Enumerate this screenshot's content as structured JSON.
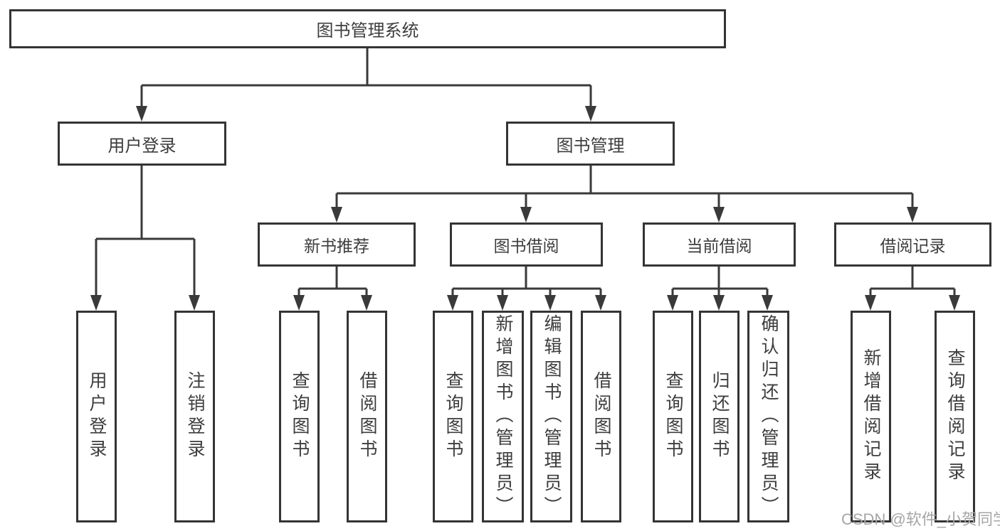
{
  "nodes": {
    "root": "图书管理系统",
    "user_login": "用户登录",
    "book_management": "图书管理",
    "new_book_recommend": "新书推荐",
    "book_borrow": "图书借阅",
    "current_borrow": "当前借阅",
    "borrow_records": "借阅记录",
    "leaves": {
      "user_login": [
        "用户登录",
        "注销登录"
      ],
      "new_book_recommend": [
        "查询图书",
        "借阅图书"
      ],
      "book_borrow": [
        "查询图书",
        "新增图书（管理员）",
        "编辑图书（管理员）",
        "借阅图书"
      ],
      "current_borrow": [
        "查询图书",
        "归还图书",
        "确认归还（管理员）"
      ],
      "borrow_records": [
        "新增借阅记录",
        "查询借阅记录"
      ]
    }
  },
  "watermark": "CSDN @软件_小贺同学",
  "colors": {
    "line": "#3a3a3a",
    "border": "#343434",
    "text": "#3d3d3d",
    "watermark": "#a6a6a6",
    "background": "#ffffff"
  }
}
